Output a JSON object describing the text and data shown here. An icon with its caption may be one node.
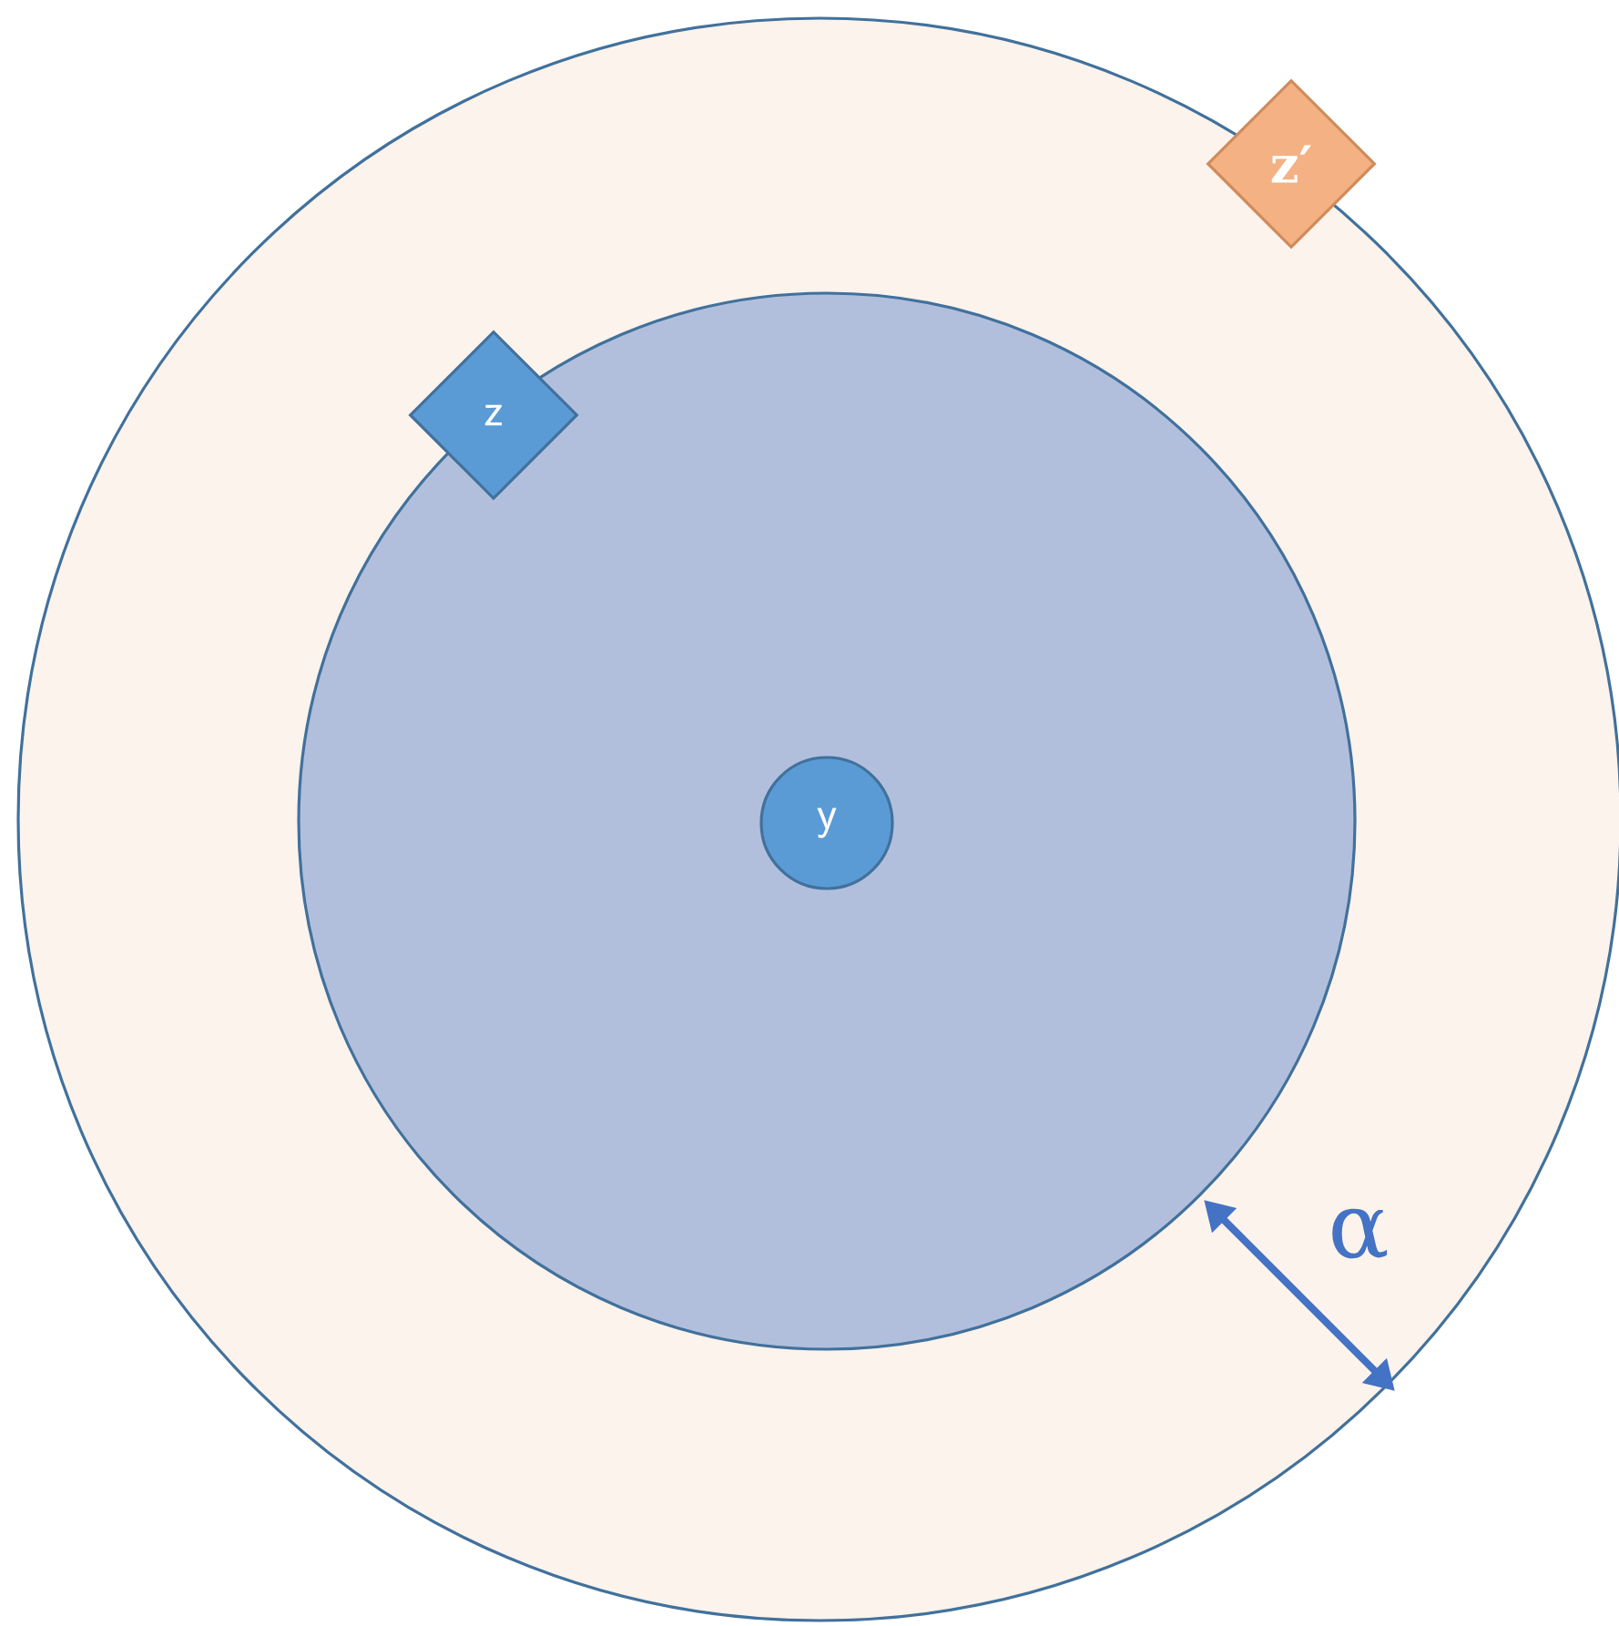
{
  "diagram": {
    "nodes": [
      {
        "text": [],
        "shape": "circle"
      },
      {
        "text": [],
        "shape": "circle",
        "in": 0
      },
      {
        "text": [
          "z"
        ],
        "in": 1
      },
      {
        "text": [
          "z′"
        ]
      },
      {
        "text": [
          "y"
        ],
        "in": 1
      }
    ],
    "labels": [
      "α"
    ]
  }
}
